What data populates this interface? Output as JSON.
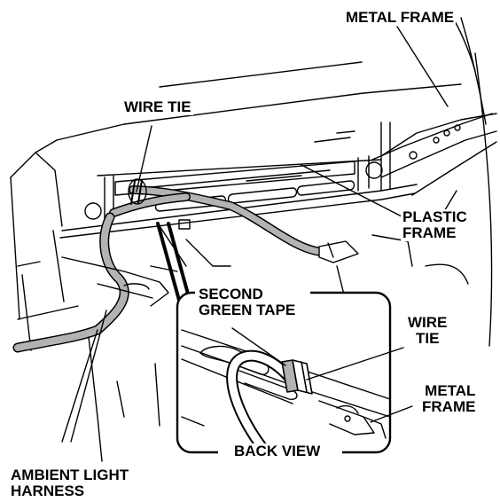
{
  "labels": {
    "metal_frame_top": "METAL FRAME",
    "wire_tie_top": "WIRE TIE",
    "plastic_frame": [
      "PLASTIC",
      "FRAME"
    ],
    "second_green_tape": [
      "SECOND",
      "GREEN TAPE"
    ],
    "wire_tie_inset": [
      "WIRE",
      "TIE"
    ],
    "metal_frame_inset": [
      "METAL",
      "FRAME"
    ],
    "back_view": "BACK VIEW",
    "ambient_light_harness": [
      "AMBIENT LIGHT",
      "HARNESS"
    ]
  },
  "colors": {
    "ink": "#000000",
    "harness": "#b3b3b3",
    "paper": "#ffffff"
  }
}
